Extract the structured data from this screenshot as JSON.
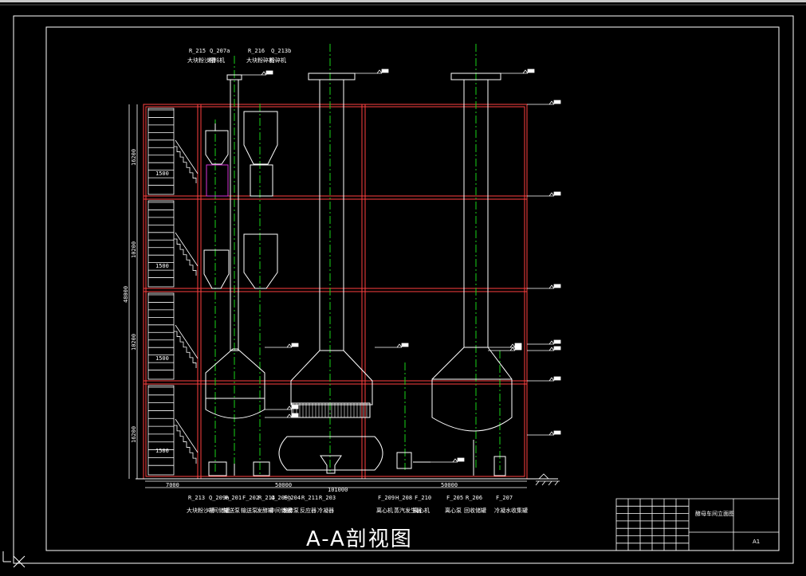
{
  "drawing": {
    "caption": "A-A剖视图",
    "colors": {
      "background": "#000000",
      "frame": "#ffffff",
      "structure": "#ff4040",
      "centerline": "#19d219",
      "highlight": "#d633d6",
      "equipment": "#ffffff"
    },
    "dimensions_vertical": [
      "16200",
      "10200",
      "10200",
      "16200"
    ],
    "dimension_total_vertical": "48000",
    "floor_notes": [
      "1500",
      "1500",
      "1500",
      "1500"
    ],
    "dimensions_horizontal": [
      "7000",
      "50000",
      "50000"
    ],
    "dimension_total_horizontal": "101000",
    "top_labels": [
      {
        "code": "R_215",
        "name": "大块粉沙槽"
      },
      {
        "code": "Q_207a",
        "name": "粉料机"
      },
      {
        "code": "R_216",
        "name": "大块粉碎机"
      },
      {
        "code": "Q_213b",
        "name": "粉碎机"
      }
    ],
    "bottom_labels": [
      {
        "code": "R_213",
        "name": "大块粉沙槽"
      },
      {
        "code": "Q_209a",
        "name": "中间储罐"
      },
      {
        "code": "F_201",
        "name": "输送泵"
      },
      {
        "code": "F_202",
        "name": "输送泵"
      },
      {
        "code": "R_214",
        "name": "发酵罐"
      },
      {
        "code": "Q_209b",
        "name": "中间储罐"
      },
      {
        "code": "F_204",
        "name": "发酵泵"
      },
      {
        "code": "R_211",
        "name": "反应器"
      },
      {
        "code": "R_203",
        "name": "冷凝器"
      },
      {
        "code": "F_209",
        "name": "离心机"
      },
      {
        "code": "H_208",
        "name": "蒸汽发生器"
      },
      {
        "code": "F_210",
        "name": "离心机"
      },
      {
        "code": "F_205",
        "name": "离心泵"
      },
      {
        "code": "R_206",
        "name": "回收储罐"
      },
      {
        "code": "F_207",
        "name": "冷凝水收集罐"
      }
    ],
    "title_block": {
      "title": "酵母车间立面图",
      "sheet": "A1"
    }
  }
}
